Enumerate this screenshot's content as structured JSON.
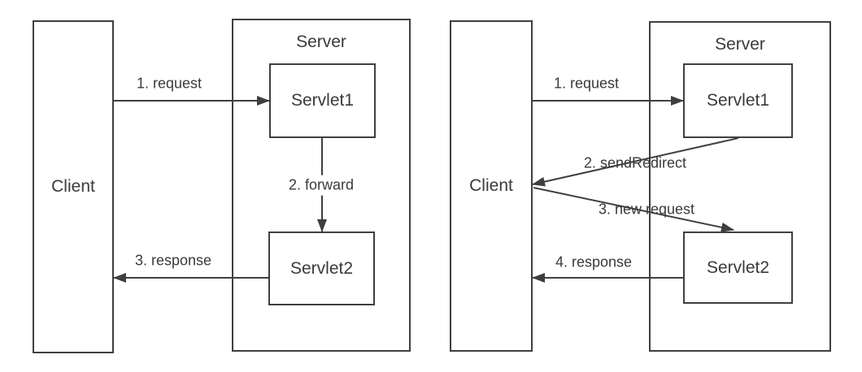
{
  "colors": {
    "line": "#3f3f3f",
    "text": "#3a3a3a",
    "background": "#ffffff"
  },
  "diagrams": [
    {
      "client": "Client",
      "server": "Server",
      "servlet1": "Servlet1",
      "servlet2": "Servlet2",
      "arrows": [
        {
          "label": "1. request"
        },
        {
          "label": "2. forward"
        },
        {
          "label": "3. response"
        }
      ]
    },
    {
      "client": "Client",
      "server": "Server",
      "servlet1": "Servlet1",
      "servlet2": "Servlet2",
      "arrows": [
        {
          "label": "1. request"
        },
        {
          "label": "2. sendRedirect"
        },
        {
          "label": "3. new request"
        },
        {
          "label": "4. response"
        }
      ]
    }
  ]
}
